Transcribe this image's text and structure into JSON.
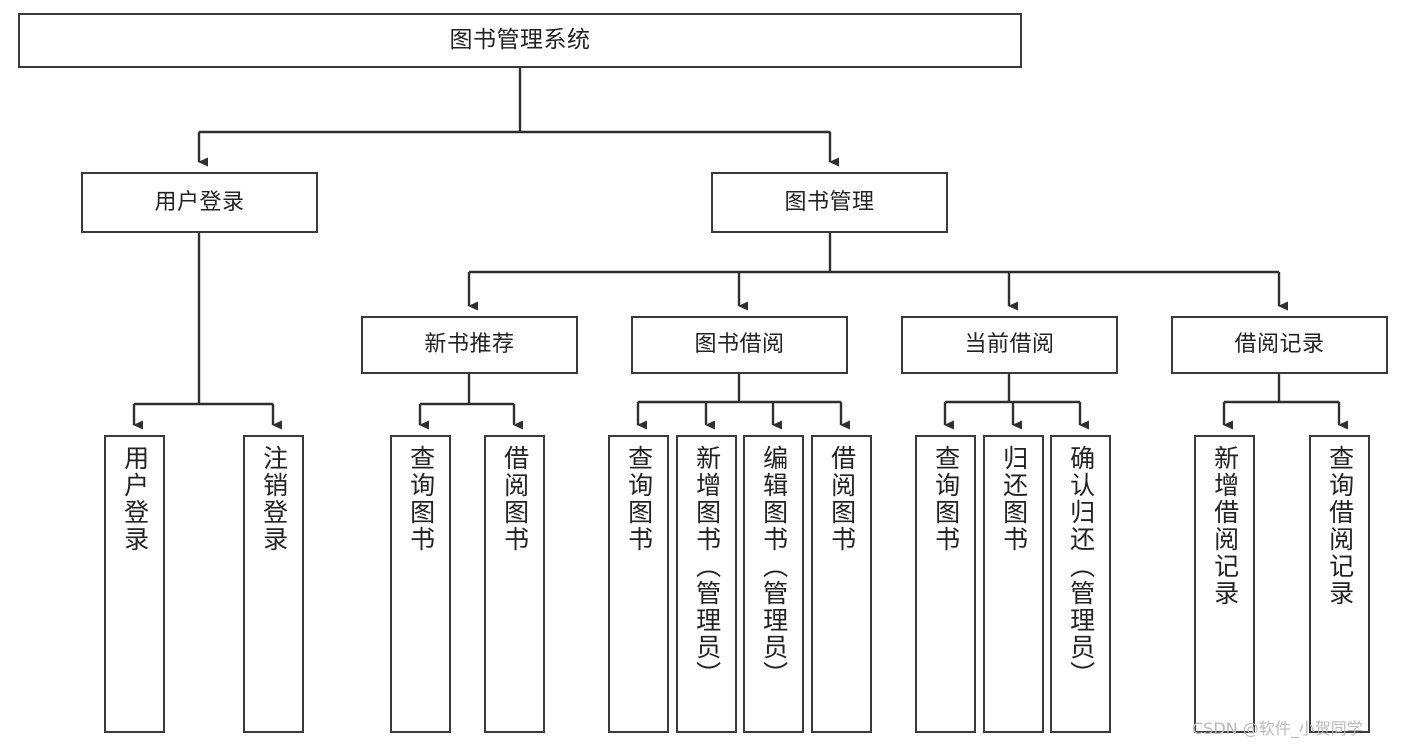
{
  "diagram": {
    "title": "图书管理系统",
    "type": "tree",
    "watermark": "CSDN @软件_小贺同学",
    "colors": {
      "box_border": "#3a3a3a",
      "box_fill": "#ffffff",
      "edge": "#2f2f2f",
      "text": "#222222",
      "watermark": "#b9b9b9"
    },
    "nodes": {
      "root": {
        "label": "图书管理系统",
        "level": 0
      },
      "l1": [
        {
          "id": "user_login",
          "label": "用户登录",
          "level": 1
        },
        {
          "id": "book_manage",
          "label": "图书管理",
          "level": 1
        }
      ],
      "l2": [
        {
          "id": "new_book_rec",
          "label": "新书推荐",
          "level": 2,
          "parent": "book_manage"
        },
        {
          "id": "book_borrow",
          "label": "图书借阅",
          "level": 2,
          "parent": "book_manage"
        },
        {
          "id": "current_borrow",
          "label": "当前借阅",
          "level": 2,
          "parent": "book_manage"
        },
        {
          "id": "borrow_record",
          "label": "借阅记录",
          "level": 2,
          "parent": "book_manage"
        }
      ],
      "leaves": [
        {
          "id": "leaf_user_login",
          "label": "用户登录",
          "parent": "user_login"
        },
        {
          "id": "leaf_logout",
          "label": "注销登录",
          "parent": "user_login"
        },
        {
          "id": "leaf_query_book_1",
          "label": "查询图书",
          "parent": "new_book_rec"
        },
        {
          "id": "leaf_borrow_book_1",
          "label": "借阅图书",
          "parent": "new_book_rec"
        },
        {
          "id": "leaf_query_book_2",
          "label": "查询图书",
          "parent": "book_borrow"
        },
        {
          "id": "leaf_add_book",
          "label": "新增图书（管理员）",
          "parent": "book_borrow"
        },
        {
          "id": "leaf_edit_book",
          "label": "编辑图书（管理员）",
          "parent": "book_borrow"
        },
        {
          "id": "leaf_borrow_book_2",
          "label": "借阅图书",
          "parent": "book_borrow"
        },
        {
          "id": "leaf_query_book_3",
          "label": "查询图书",
          "parent": "current_borrow"
        },
        {
          "id": "leaf_return_book",
          "label": "归还图书",
          "parent": "current_borrow"
        },
        {
          "id": "leaf_confirm_return",
          "label": "确认归还（管理员）",
          "parent": "current_borrow"
        },
        {
          "id": "leaf_add_record",
          "label": "新增借阅记录",
          "parent": "borrow_record"
        },
        {
          "id": "leaf_query_record",
          "label": "查询借阅记录",
          "parent": "borrow_record"
        }
      ]
    }
  }
}
